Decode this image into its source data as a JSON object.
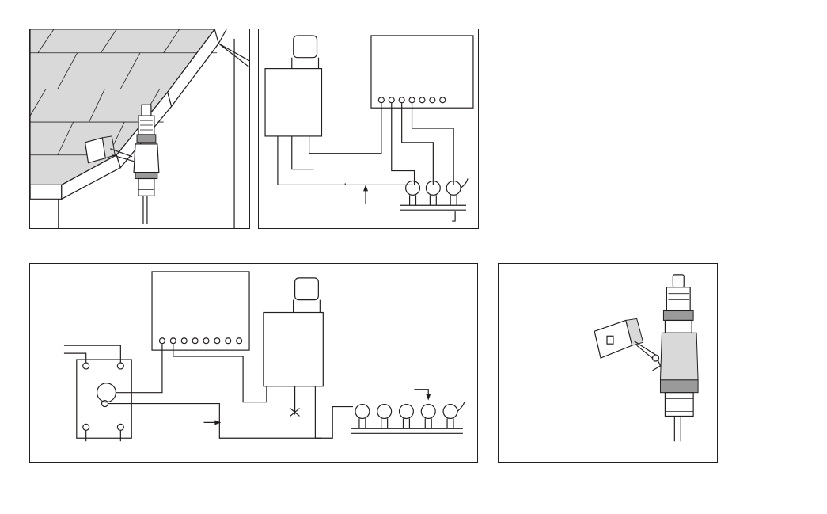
{
  "figures": [
    {
      "id": "roof-mount-illustration"
    },
    {
      "id": "controller-wiring-diagram"
    },
    {
      "id": "pump-start-relay-wiring-diagram"
    },
    {
      "id": "sensor-bracket-closeup"
    }
  ],
  "colors": {
    "line": "#231f20",
    "background": "#ffffff",
    "shading": "#d9d9d9"
  }
}
